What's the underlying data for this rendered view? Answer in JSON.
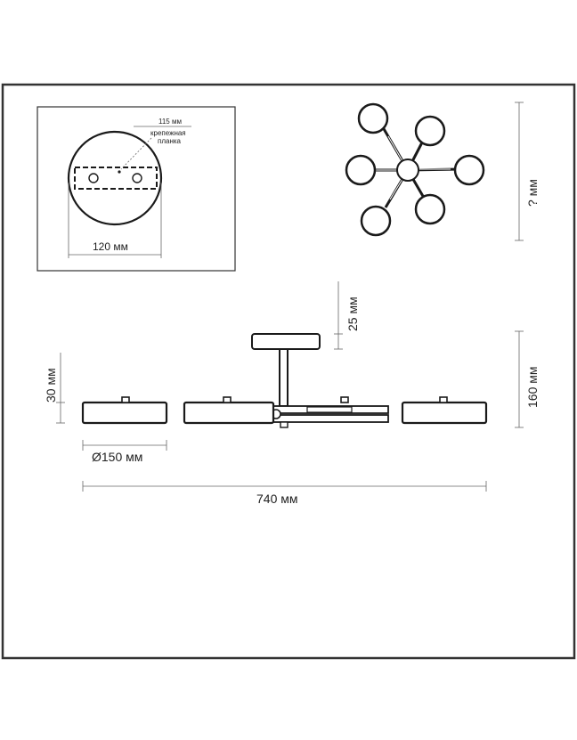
{
  "inset": {
    "dim_115": "115 мм",
    "bracket_label_line1": "крепежная",
    "bracket_label_line2": "планка",
    "dim_120": "120 мм"
  },
  "top_view": {
    "height_dim": "? мм"
  },
  "side_view": {
    "dim_25": "25 мм",
    "dim_30": "30 мм",
    "dim_160": "160 мм",
    "dim_150": "Ø150 мм",
    "dim_740": "740 мм"
  },
  "colors": {
    "line": "#1a1a1a",
    "frame": "#333333"
  }
}
